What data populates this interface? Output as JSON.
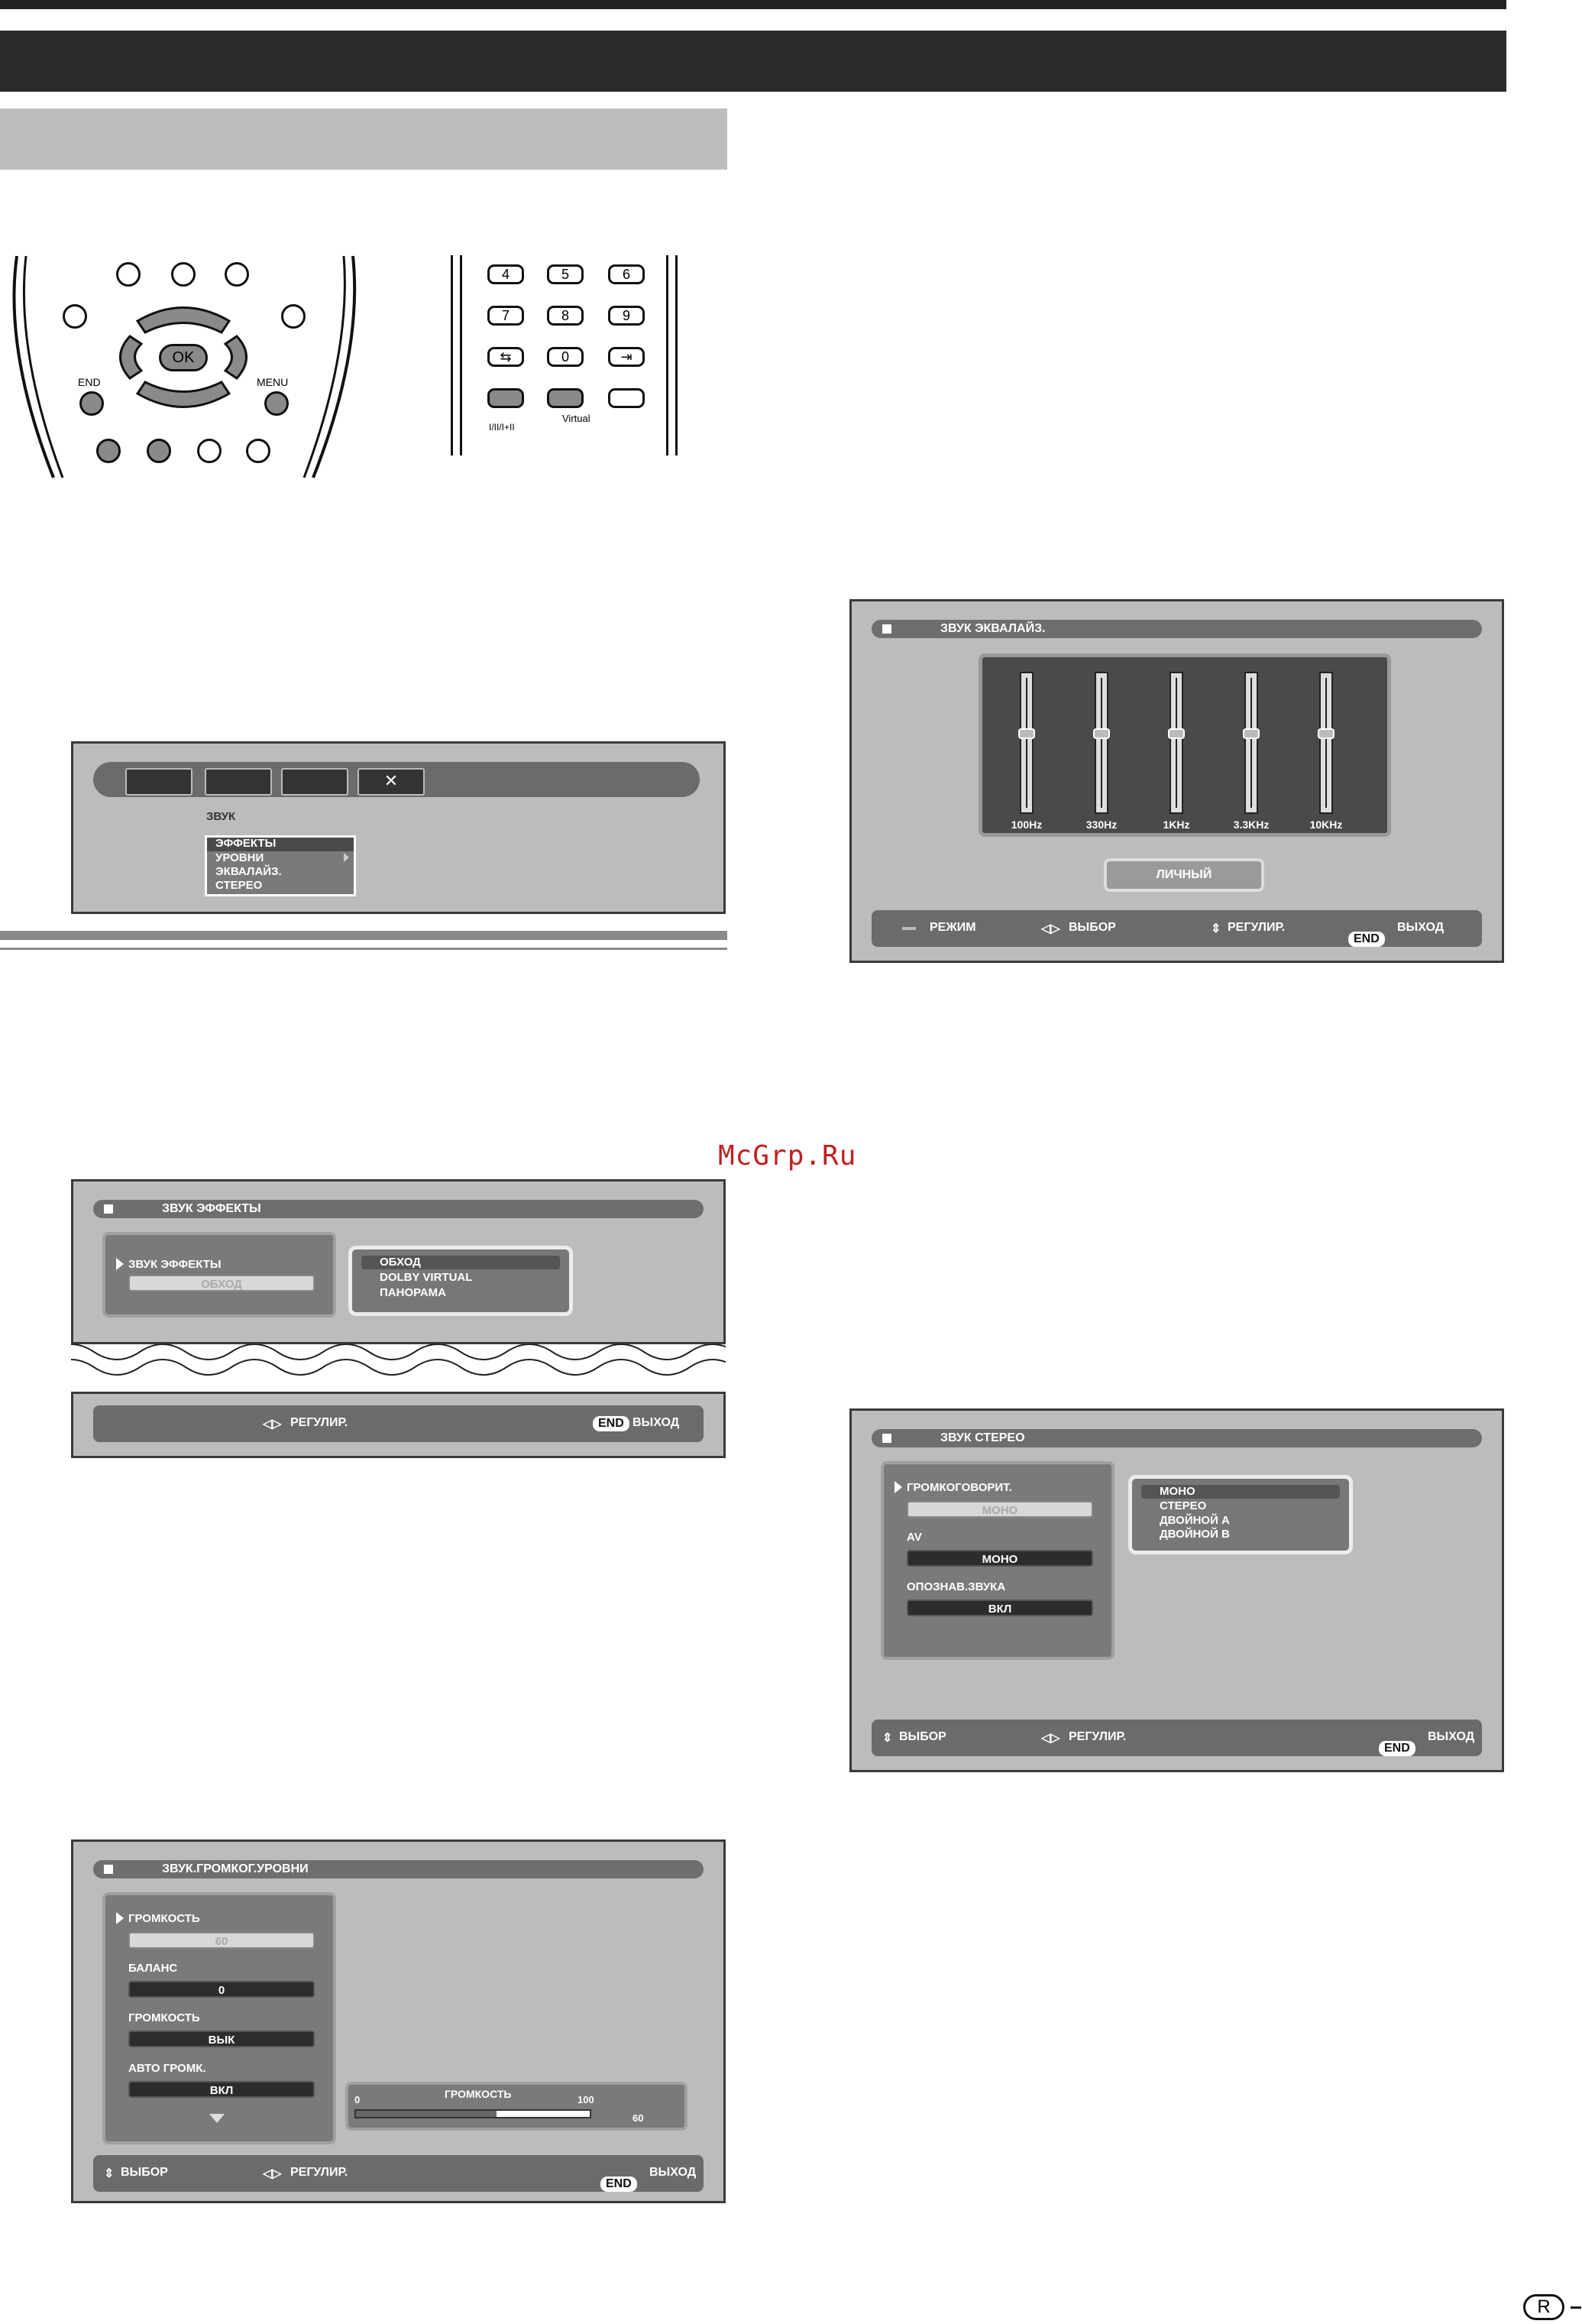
{
  "remote": {
    "end_label": "END",
    "menu_label": "MENU",
    "ok_label": "OK",
    "keys": [
      "4",
      "5",
      "6",
      "7",
      "8",
      "9",
      "0"
    ],
    "virtual_label": "Virtual",
    "mode_label": "I/II/I+II"
  },
  "menu_panel": {
    "section": "ЗВУК",
    "items": [
      "ЭФФЕКТЫ",
      "УРОВНИ",
      "ЭКВАЛАЙЗ.",
      "СТЕРЕО"
    ]
  },
  "effects_panel": {
    "title": "ЗВУК ЭФФЕКТЫ",
    "item_label": "ЗВУК ЭФФЕКТЫ",
    "item_value": "ОБХОД",
    "options": [
      "ОБХОД",
      "DOLBY VIRTUAL",
      "ПАНОРАМА"
    ],
    "footer_adjust": "РЕГУЛИР.",
    "footer_end": "END",
    "footer_exit": "ВЫХОД"
  },
  "levels_panel": {
    "title": "ЗВУК.ГРОМКОГ.УРОВНИ",
    "items": [
      {
        "label": "ГРОМКОСТЬ",
        "value": "60"
      },
      {
        "label": "БАЛАНС",
        "value": "0"
      },
      {
        "label": "ГРОМКОСТЬ",
        "value": "ВЫК"
      },
      {
        "label": "АВТО ГРОМК.",
        "value": "ВКЛ"
      }
    ],
    "meter_title": "ГРОМКОСТЬ",
    "meter_min": "0",
    "meter_max": "100",
    "meter_value_label": "60",
    "meter_fraction": 0.6,
    "footer_select": "ВЫБОР",
    "footer_adjust": "РЕГУЛИР.",
    "footer_end": "END",
    "footer_exit": "ВЫХОД"
  },
  "eq_panel": {
    "title": "ЗВУК ЭКВАЛАЙЗ.",
    "bands": [
      "100Hz",
      "330Hz",
      "1KHz",
      "3.3KHz",
      "10KHz"
    ],
    "preset": "ЛИЧНЫЙ",
    "footer_mode": "РЕЖИМ",
    "footer_select": "ВЫБОР",
    "footer_adjust": "РЕГУЛИР.",
    "footer_end": "END",
    "footer_exit": "ВЫХОД"
  },
  "stereo_panel": {
    "title": "ЗВУК СТЕРЕО",
    "items": [
      {
        "label": "ГРОМКОГОВОРИТ.",
        "value": "МОНО"
      },
      {
        "label": "AV",
        "value": "МОНО"
      },
      {
        "label": "ОПОЗНАВ.ЗВУКА",
        "value": "ВКЛ"
      }
    ],
    "options": [
      "МОНО",
      "СТЕРЕО",
      "ДВОЙНОЙ А",
      "ДВОЙНОЙ В"
    ],
    "footer_select": "ВЫБОР",
    "footer_adjust": "РЕГУЛИР.",
    "footer_end": "END",
    "footer_exit": "ВЫХОД"
  },
  "watermark": "McGrp.Ru",
  "page_marker": "R",
  "colors": {
    "panel": "#bcbcbc",
    "dark": "#6b6b6b",
    "watermark": "#c02020"
  }
}
